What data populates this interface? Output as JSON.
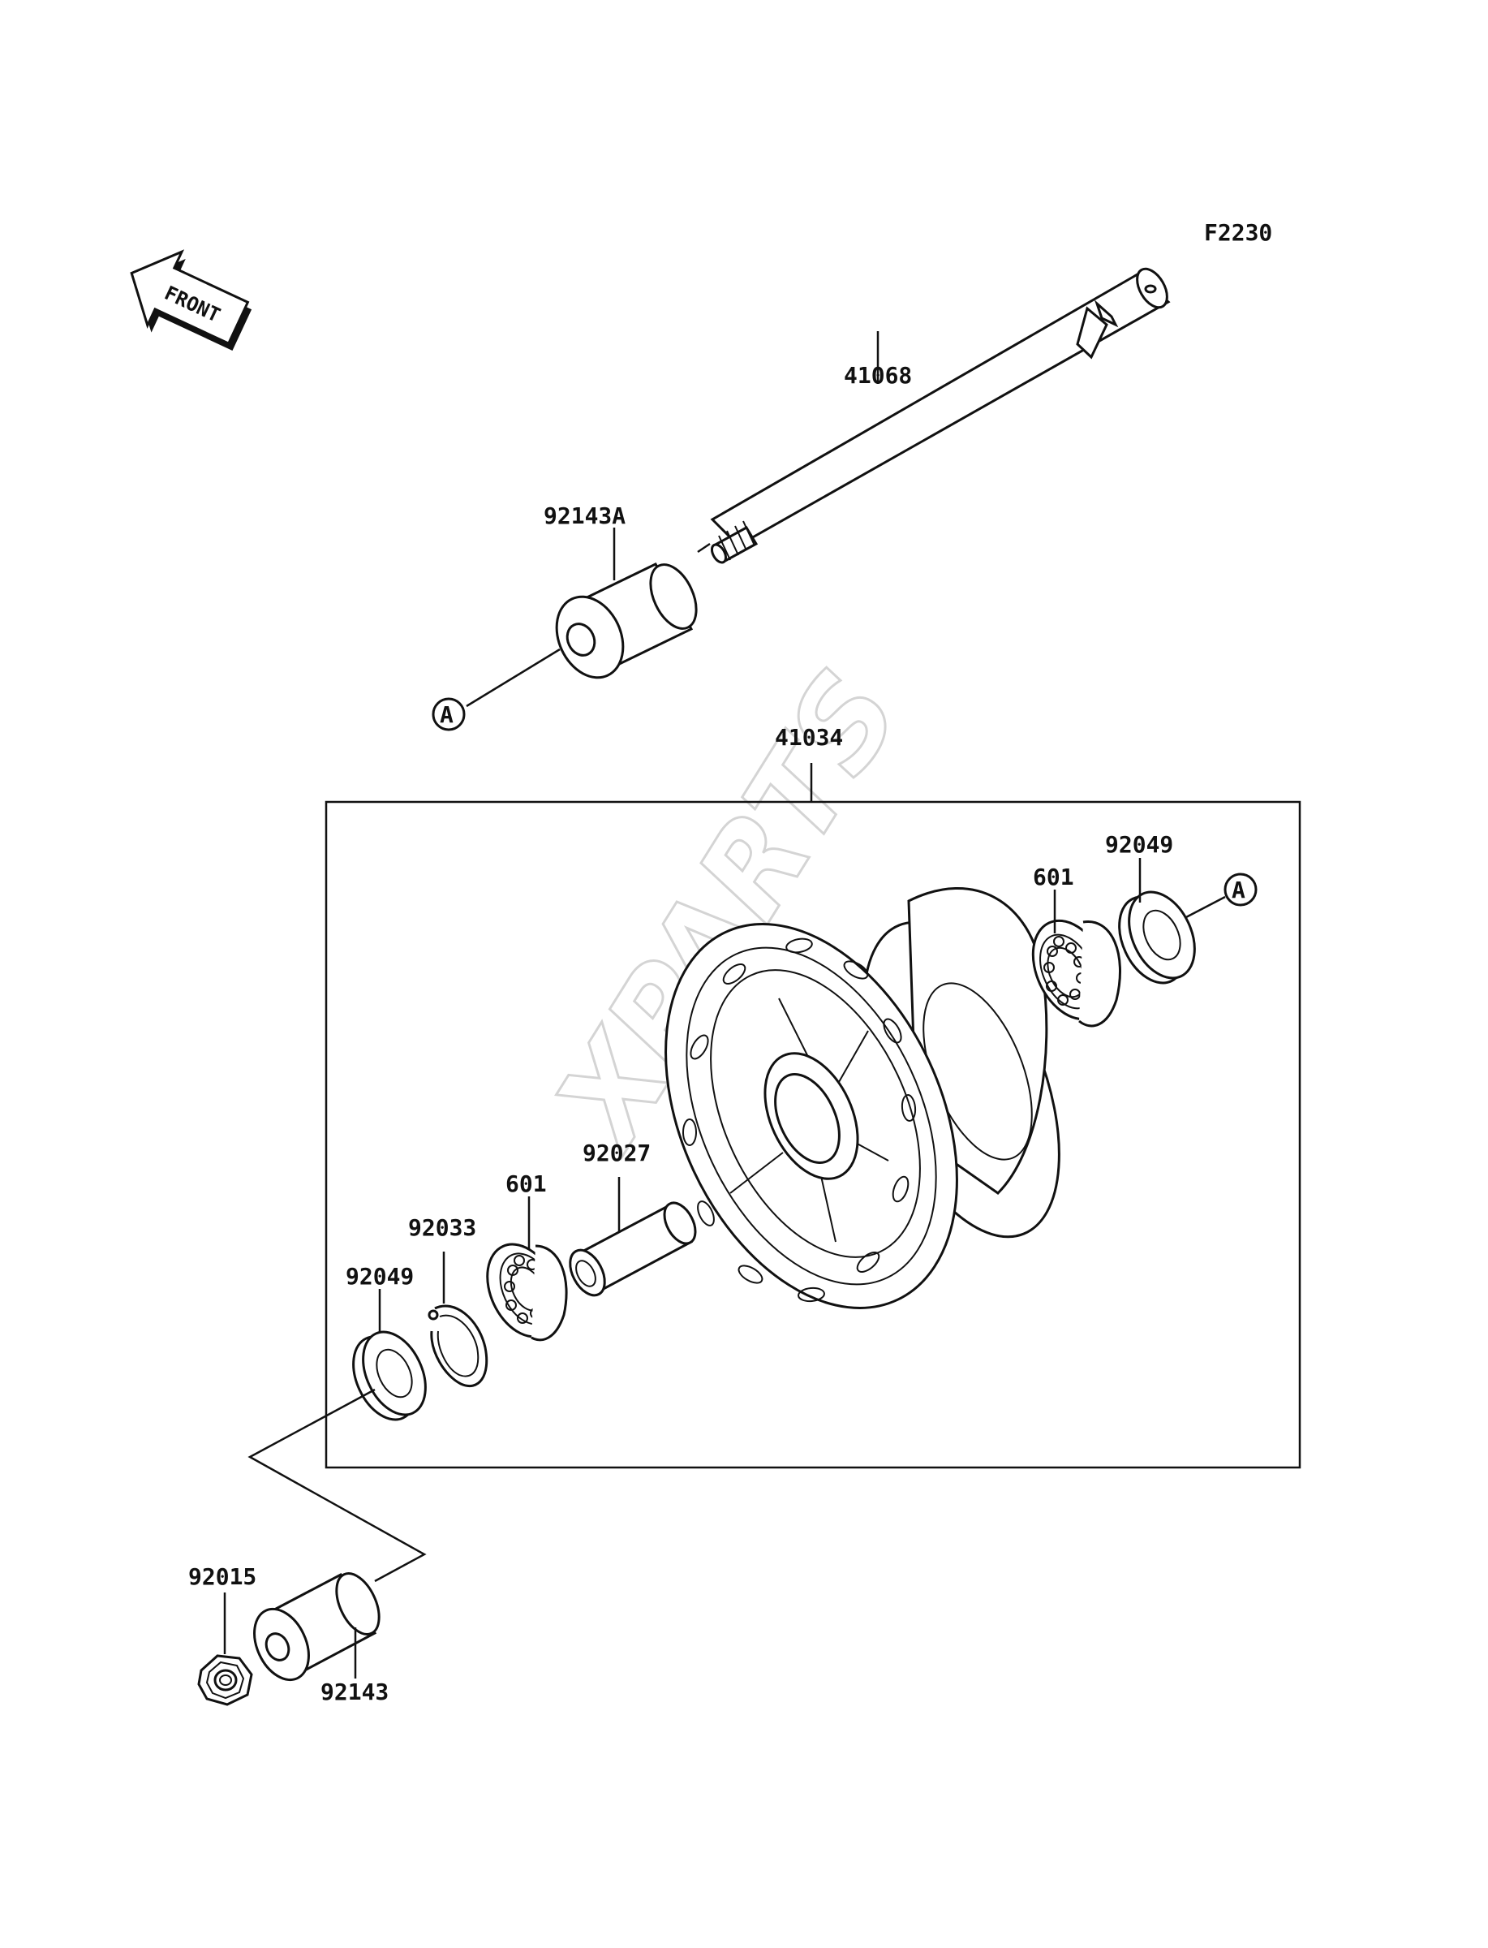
{
  "diagram_code": "F2230",
  "front_arrow_label": "FRONT",
  "watermark": "XPARTS",
  "callout_ref": "A",
  "parts": {
    "axle": "41068",
    "collar_a": "92143A",
    "hub_assembly": "41034",
    "bearing_right": "601",
    "seal_right": "92049",
    "bearing_left": "601",
    "spacer": "92027",
    "circlip": "92033",
    "seal_left": "92049",
    "nut": "92015",
    "collar": "92143"
  }
}
